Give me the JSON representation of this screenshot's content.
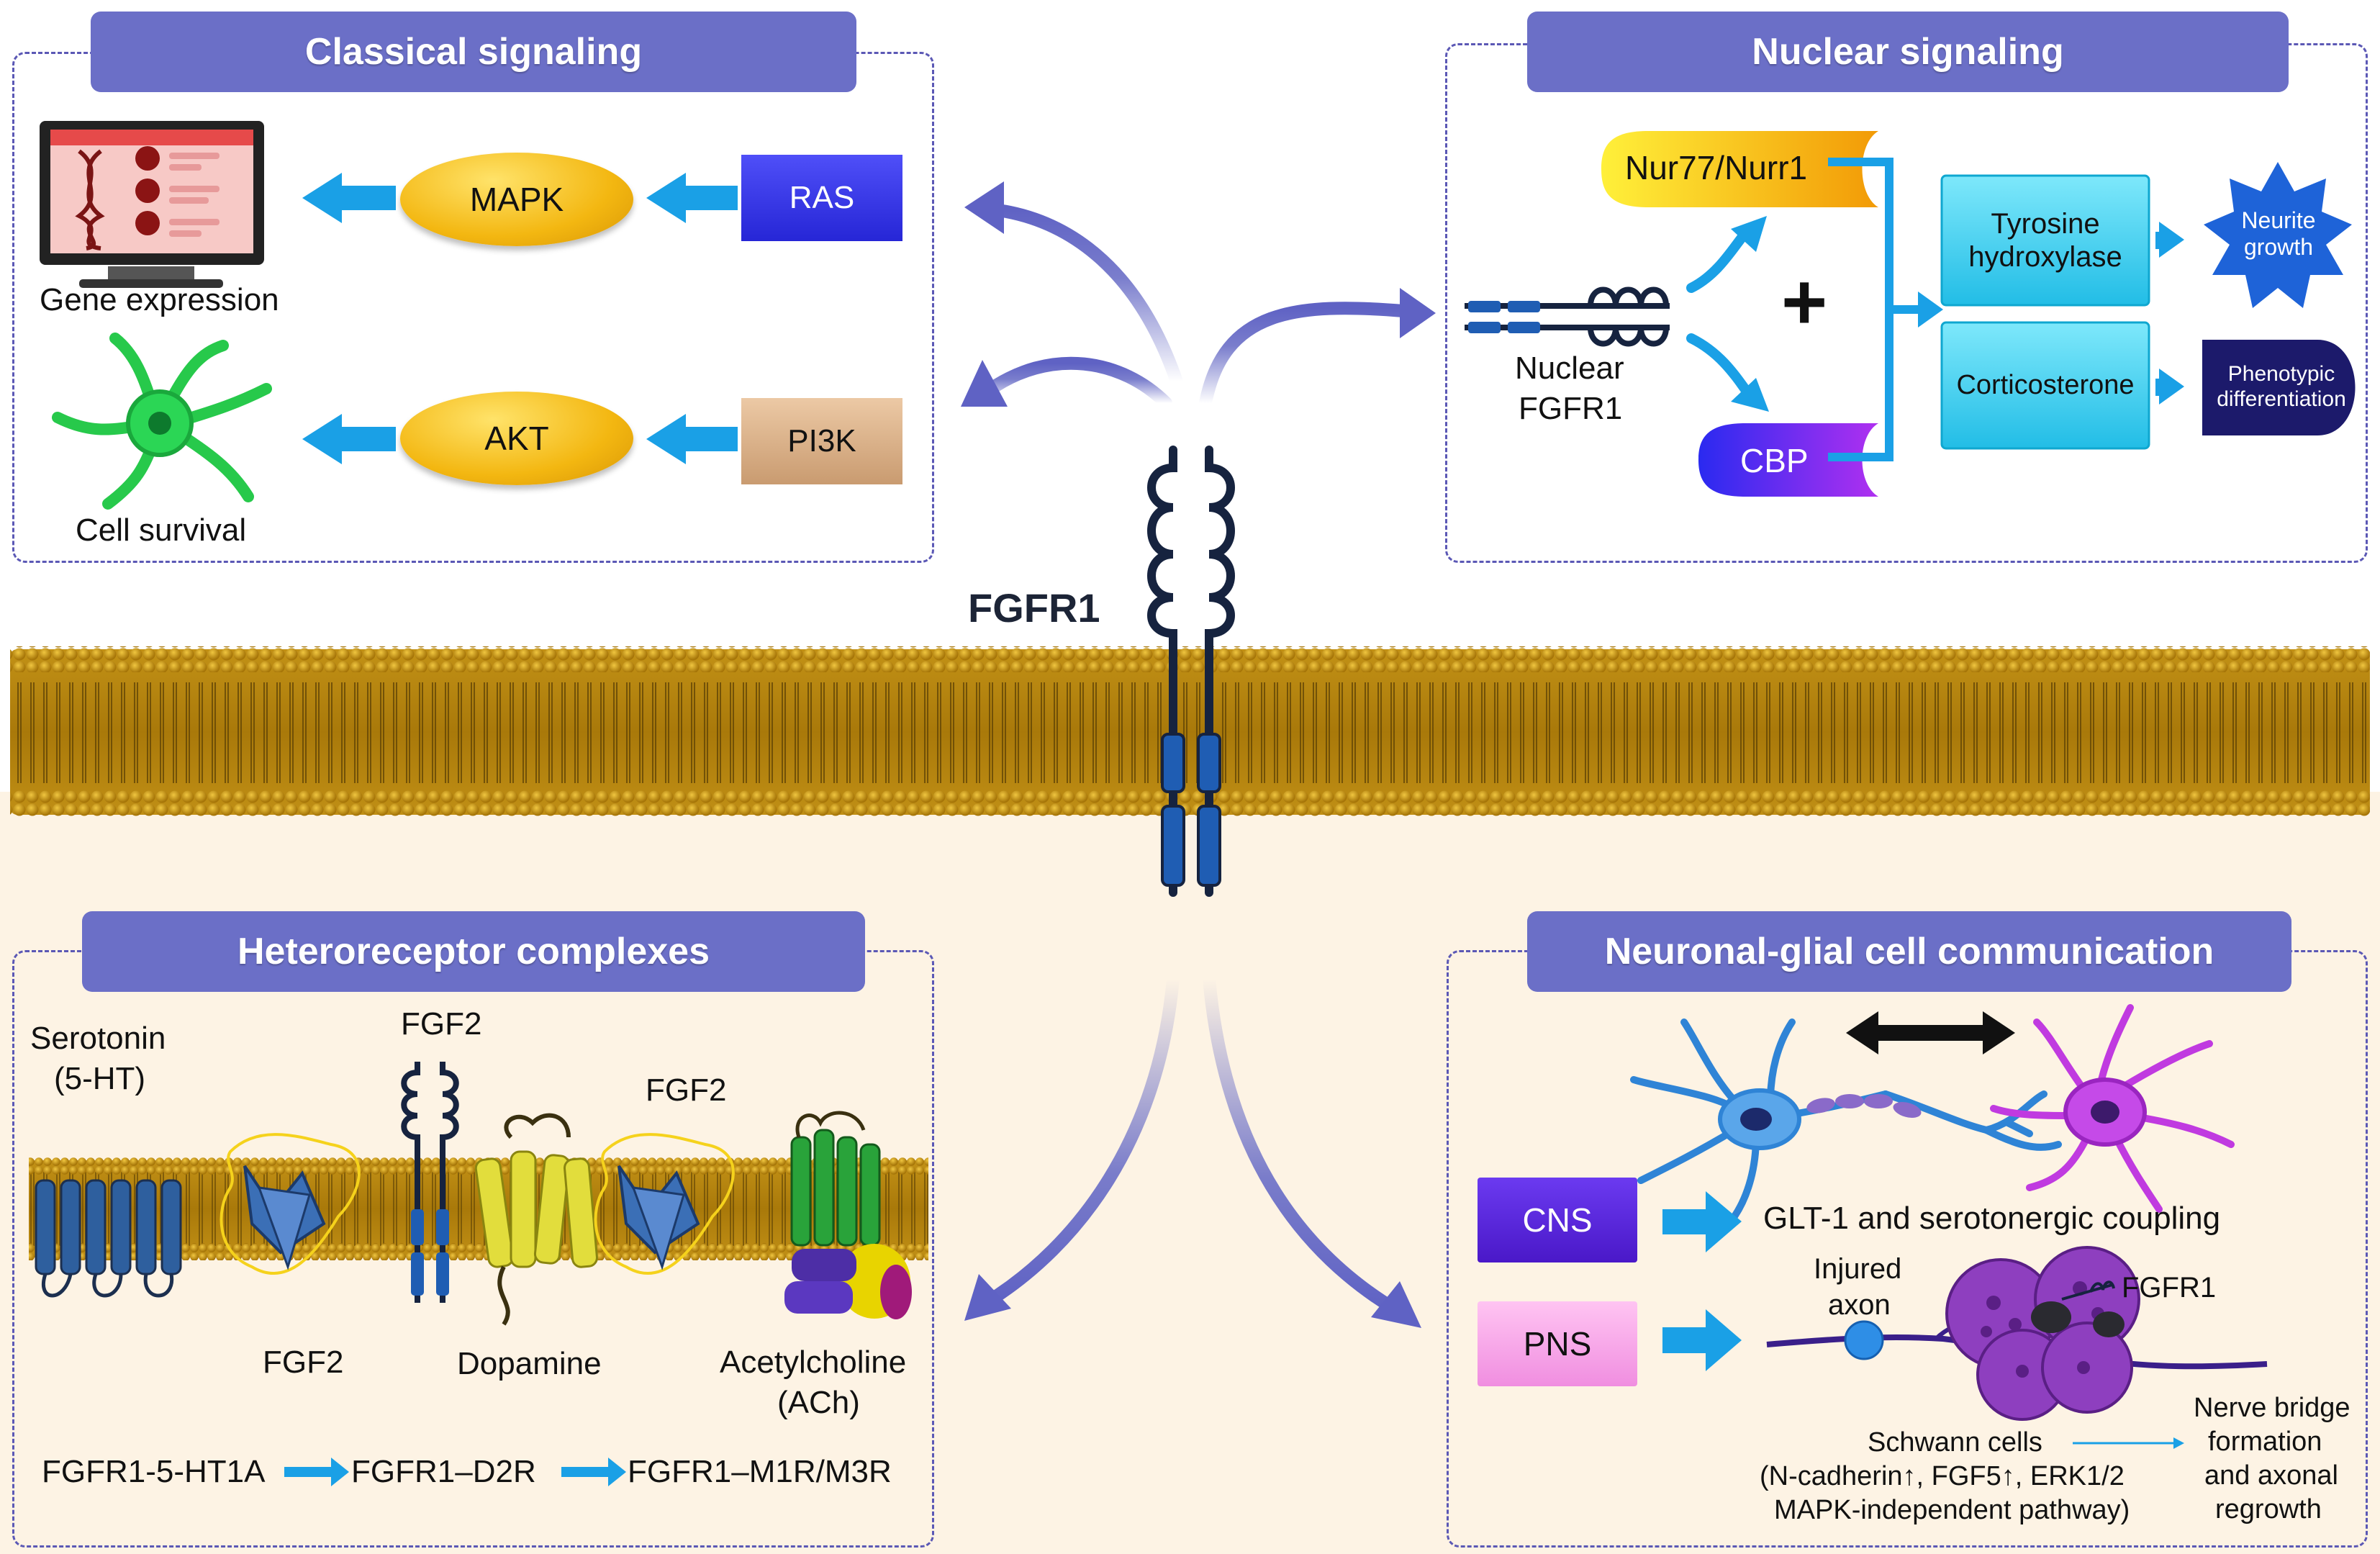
{
  "center": {
    "receptor_label": "FGFR1"
  },
  "classical": {
    "title": "Classical signaling",
    "gene_expression": "Gene expression",
    "cell_survival": "Cell survival",
    "mapk": "MAPK",
    "akt": "AKT",
    "ras": "RAS",
    "pi3k": "PI3K"
  },
  "nuclear": {
    "title": "Nuclear signaling",
    "nur": "Nur77/Nurr1",
    "cbp": "CBP",
    "nuclear_fgfr1_line1": "Nuclear",
    "nuclear_fgfr1_line2": "FGFR1",
    "plus": "+",
    "tyrosine_line1": "Tyrosine",
    "tyrosine_line2": "hydroxylase",
    "corticosterone": "Corticosterone",
    "neurite_line1": "Neurite",
    "neurite_line2": "growth",
    "phenotypic_line1": "Phenotypic",
    "phenotypic_line2": "differentiation"
  },
  "hetero": {
    "title": "Heteroreceptor complexes",
    "serotonin_line1": "Serotonin",
    "serotonin_line2": "(5-HT)",
    "fgf2_top": "FGF2",
    "fgf2_right": "FGF2",
    "fgf2_bottom": "FGF2",
    "dopamine": "Dopamine",
    "ach_line1": "Acetylcholine",
    "ach_line2": "(ACh)",
    "chain1": "FGFR1-5-HT1A",
    "chain2": "FGFR1–D2R",
    "chain3": "FGFR1–M1R/M3R"
  },
  "neuro": {
    "title": "Neuronal-glial cell communication",
    "cns": "CNS",
    "pns": "PNS",
    "glt": "GLT-1 and serotonergic coupling",
    "injured_line1": "Injured",
    "injured_line2": "axon",
    "fgfr1": "FGFR1",
    "schwann_line1": "Schwann cells",
    "schwann_line2": "(N-cadherin↑, FGF5↑, ERK1/2",
    "schwann_line3": "MAPK-independent pathway)",
    "nerve_line1": "Nerve bridge",
    "nerve_line2": "formation",
    "nerve_line3": "and axonal",
    "nerve_line4": "regrowth"
  },
  "colors": {
    "panel_title_bg": "#6b6fc7",
    "arrow_blue": "#1aa0e6",
    "membrane": "#b5860d",
    "ras": "#3d3df0",
    "pi3k": "#d8b08c",
    "cyan_box": "#3fd0ee",
    "cns": "#5a28e0",
    "pns": "#f7a8ea"
  }
}
